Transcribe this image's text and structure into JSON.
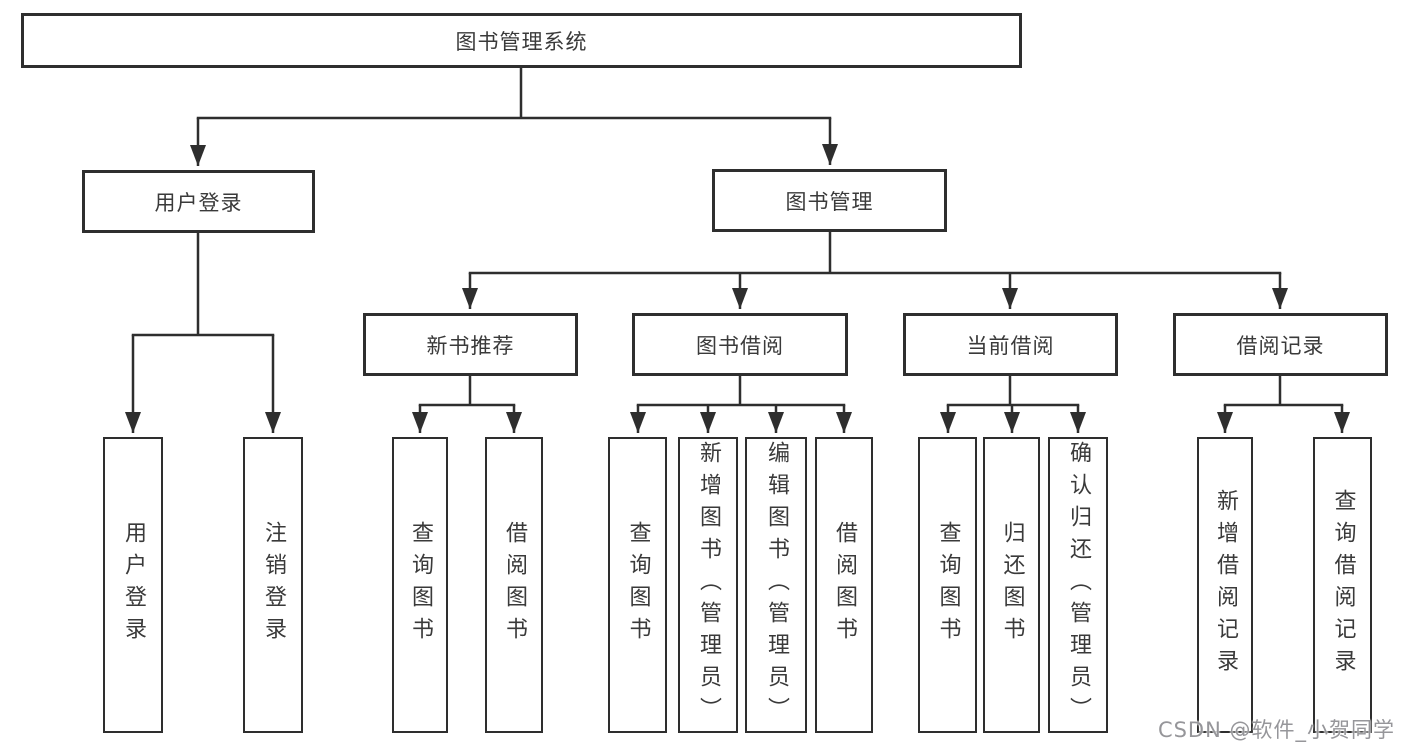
{
  "tree": {
    "root": "图书管理系统",
    "children": [
      {
        "label": "用户登录",
        "children": [
          "用户登录",
          "注销登录"
        ]
      },
      {
        "label": "图书管理",
        "children": [
          {
            "label": "新书推荐",
            "children": [
              "查询图书",
              "借阅图书"
            ]
          },
          {
            "label": "图书借阅",
            "children": [
              "查询图书",
              "新增图书（管理员）",
              "编辑图书（管理员）",
              "借阅图书"
            ]
          },
          {
            "label": "当前借阅",
            "children": [
              "查询图书",
              "归还图书",
              "确认归还（管理员）"
            ]
          },
          {
            "label": "借阅记录",
            "children": [
              "新增借阅记录",
              "查询借阅记录"
            ]
          }
        ]
      }
    ]
  },
  "watermark": "CSDN @软件_小贺同学",
  "colors": {
    "line": "#2e2e2e",
    "box_border": "#2e2e2e",
    "box_fill": "#ffffff",
    "text": "#3a3a3a",
    "watermark": "#96969a",
    "background": "#ffffff"
  }
}
